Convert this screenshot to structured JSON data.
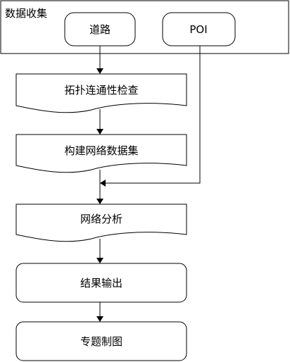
{
  "group": {
    "label": "数据收集"
  },
  "nodes": {
    "road": {
      "label": "道路"
    },
    "poi": {
      "label": "POI"
    },
    "topology": {
      "label": "拓扑连通性检查"
    },
    "build": {
      "label": "构建网络数据集"
    },
    "analysis": {
      "label": "网络分析"
    },
    "output": {
      "label": "结果输出"
    },
    "map": {
      "label": "专题制图"
    }
  }
}
